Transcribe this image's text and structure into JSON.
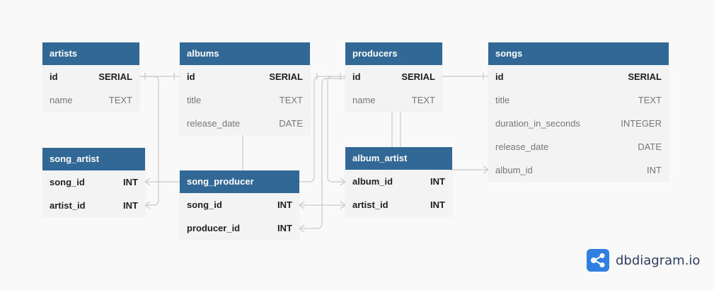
{
  "diagram": {
    "tables": [
      {
        "id": "artists",
        "name": "artists",
        "fields": [
          {
            "name": "id",
            "type": "SERIAL",
            "key": true
          },
          {
            "name": "name",
            "type": "TEXT",
            "key": false
          }
        ]
      },
      {
        "id": "albums",
        "name": "albums",
        "fields": [
          {
            "name": "id",
            "type": "SERIAL",
            "key": true
          },
          {
            "name": "title",
            "type": "TEXT",
            "key": false
          },
          {
            "name": "release_date",
            "type": "DATE",
            "key": false
          }
        ]
      },
      {
        "id": "producers",
        "name": "producers",
        "fields": [
          {
            "name": "id",
            "type": "SERIAL",
            "key": true
          },
          {
            "name": "name",
            "type": "TEXT",
            "key": false
          }
        ]
      },
      {
        "id": "songs",
        "name": "songs",
        "fields": [
          {
            "name": "id",
            "type": "SERIAL",
            "key": true
          },
          {
            "name": "title",
            "type": "TEXT",
            "key": false
          },
          {
            "name": "duration_in_seconds",
            "type": "INTEGER",
            "key": false
          },
          {
            "name": "release_date",
            "type": "DATE",
            "key": false
          },
          {
            "name": "album_id",
            "type": "INT",
            "key": false
          }
        ]
      },
      {
        "id": "song_artist",
        "name": "song_artist",
        "fields": [
          {
            "name": "song_id",
            "type": "INT",
            "key": true
          },
          {
            "name": "artist_id",
            "type": "INT",
            "key": true
          }
        ]
      },
      {
        "id": "song_producer",
        "name": "song_producer",
        "fields": [
          {
            "name": "song_id",
            "type": "INT",
            "key": true
          },
          {
            "name": "producer_id",
            "type": "INT",
            "key": true
          }
        ]
      },
      {
        "id": "album_artist",
        "name": "album_artist",
        "fields": [
          {
            "name": "album_id",
            "type": "INT",
            "key": true
          },
          {
            "name": "artist_id",
            "type": "INT",
            "key": true
          }
        ]
      }
    ]
  },
  "colors": {
    "header_bg": "#316896",
    "table_bg": "#f3f3f3",
    "connector": "#c9c9c9",
    "logo_mark": "#2f7ee0",
    "logo_text": "#2c3f63"
  },
  "logo": {
    "icon": "share-nodes-icon",
    "text": "dbdiagram.io"
  }
}
